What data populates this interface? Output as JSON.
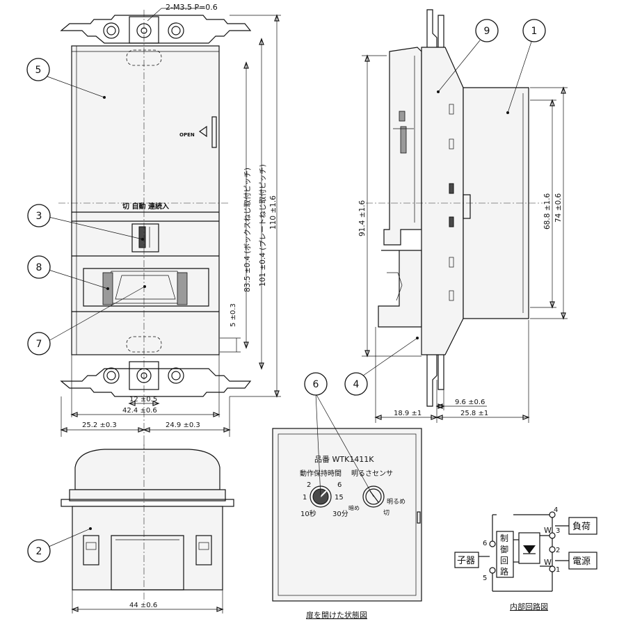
{
  "screw_spec": "2-M3.5 P=0.6",
  "open_label": "OPEN",
  "switch_label": "切 自動 連続入",
  "dims": {
    "front_box_pitch": "83.5 ±0.4 (ボックスねじ取付ピッチ)",
    "front_plate_pitch": "101 ±0.4 (プレートねじ取付ピッチ)",
    "front_height": "110 ±1.6",
    "sensor_offset": "5 ±0.3",
    "hole_spacing": "12 ±0.5",
    "inner_width": "42.4 ±0.6",
    "left_half": "25.2 ±0.3",
    "right_half": "24.9 ±0.3",
    "side_height": "91.4 ±1.6",
    "side_body_h1": "68.8 ±1.6",
    "side_body_h2": "74 ±0.6",
    "side_depth_a": "9.6 ±0.6",
    "side_depth_b": "18.9 ±1",
    "side_depth_c": "25.8 ±1",
    "bottom_width": "44 ±0.6"
  },
  "callouts": [
    "1",
    "2",
    "3",
    "4",
    "5",
    "6",
    "7",
    "8",
    "9"
  ],
  "open_view": {
    "model": "品番 WTK1411K",
    "timer_label": "動作保持時間",
    "sensor_label": "明るさセンサ",
    "timer_marks": [
      "2",
      "6",
      "1",
      "15",
      "10秒",
      "30分"
    ],
    "sensor_marks": [
      "暗め",
      "明るめ",
      "切"
    ],
    "caption": "扉を開けた状態図"
  },
  "circuit": {
    "terminals": [
      "4",
      "3",
      "2",
      "1",
      "6",
      "5"
    ],
    "w_labels": [
      "W",
      "W"
    ],
    "control_block": [
      "制",
      "御",
      "回",
      "路"
    ],
    "load": "負荷",
    "power": "電源",
    "remote": "子器",
    "caption": "内部回路図"
  }
}
